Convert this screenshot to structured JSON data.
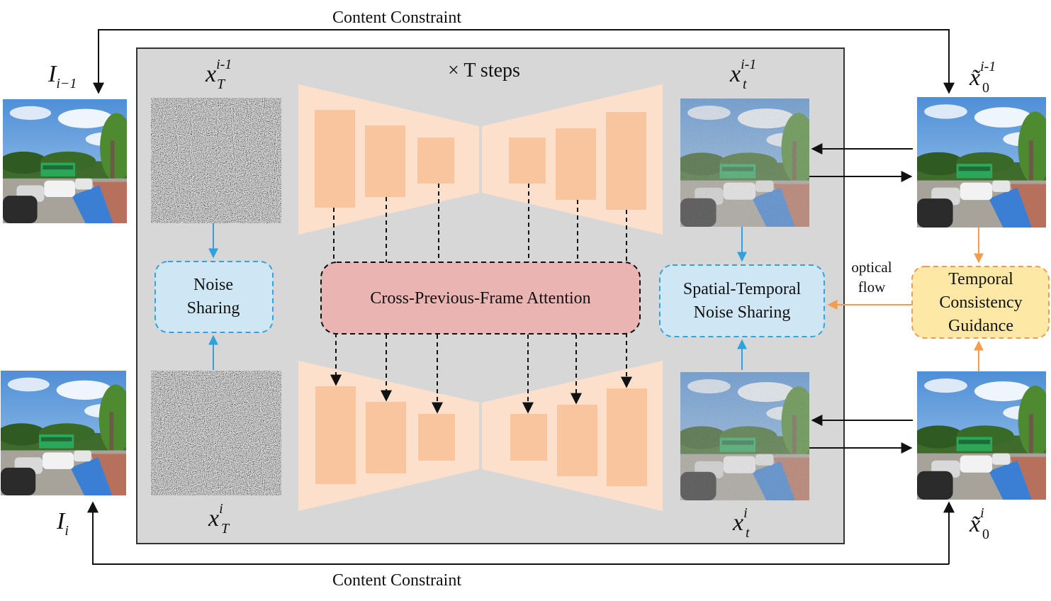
{
  "top_constraint": "Content Constraint",
  "bottom_constraint": "Content Constraint",
  "steps_label": "× T steps",
  "noise_sharing": {
    "line1": "Noise",
    "line2": "Sharing"
  },
  "cross_attention": "Cross-Previous-Frame Attention",
  "st_noise_sharing": {
    "line1": "Spatial-Temporal",
    "line2": "Noise Sharing"
  },
  "temporal_guidance": {
    "line1": "Temporal",
    "line2": "Consistency",
    "line3": "Guidance"
  },
  "optical_flow": {
    "line1": "optical",
    "line2": "flow"
  },
  "math": {
    "I_prev": {
      "base": "I",
      "sub": "i−1"
    },
    "I_cur": {
      "base": "I",
      "sub": "i"
    },
    "xT_prev": {
      "base": "x",
      "sup": "i-1",
      "sub": "T"
    },
    "xT_cur": {
      "base": "x",
      "sup": "i",
      "sub": "T"
    },
    "xt_prev": {
      "base": "x",
      "sup": "i-1",
      "sub": "t"
    },
    "xt_cur": {
      "base": "x",
      "sup": "i",
      "sub": "t"
    },
    "x0_prev": {
      "base": "x̃",
      "sup": "i-1",
      "sub": "0"
    },
    "x0_cur": {
      "base": "x̃",
      "sup": "i",
      "sub": "0"
    }
  },
  "colors": {
    "panel_bg": "#d7d7d7",
    "unet_trapezoid": "#fde0cc",
    "unet_block": "#f8c59e",
    "blue_box": "#cfe6f4",
    "blue_border": "#33a3dc",
    "pink_box": "#e9b4b1",
    "yellow_box": "#fde8a5",
    "orange_arrow": "#f39c4e",
    "blue_arrow": "#2ca3e0"
  }
}
